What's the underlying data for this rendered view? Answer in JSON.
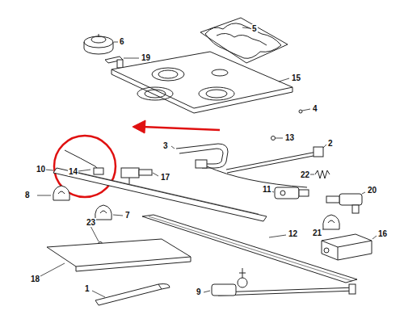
{
  "diagram": {
    "labels": [
      "6",
      "19",
      "5",
      "15",
      "4",
      "14",
      "13",
      "3",
      "2",
      "10",
      "17",
      "22",
      "8",
      "7",
      "11",
      "20",
      "12",
      "21",
      "23",
      "16",
      "18",
      "1",
      "9"
    ]
  }
}
